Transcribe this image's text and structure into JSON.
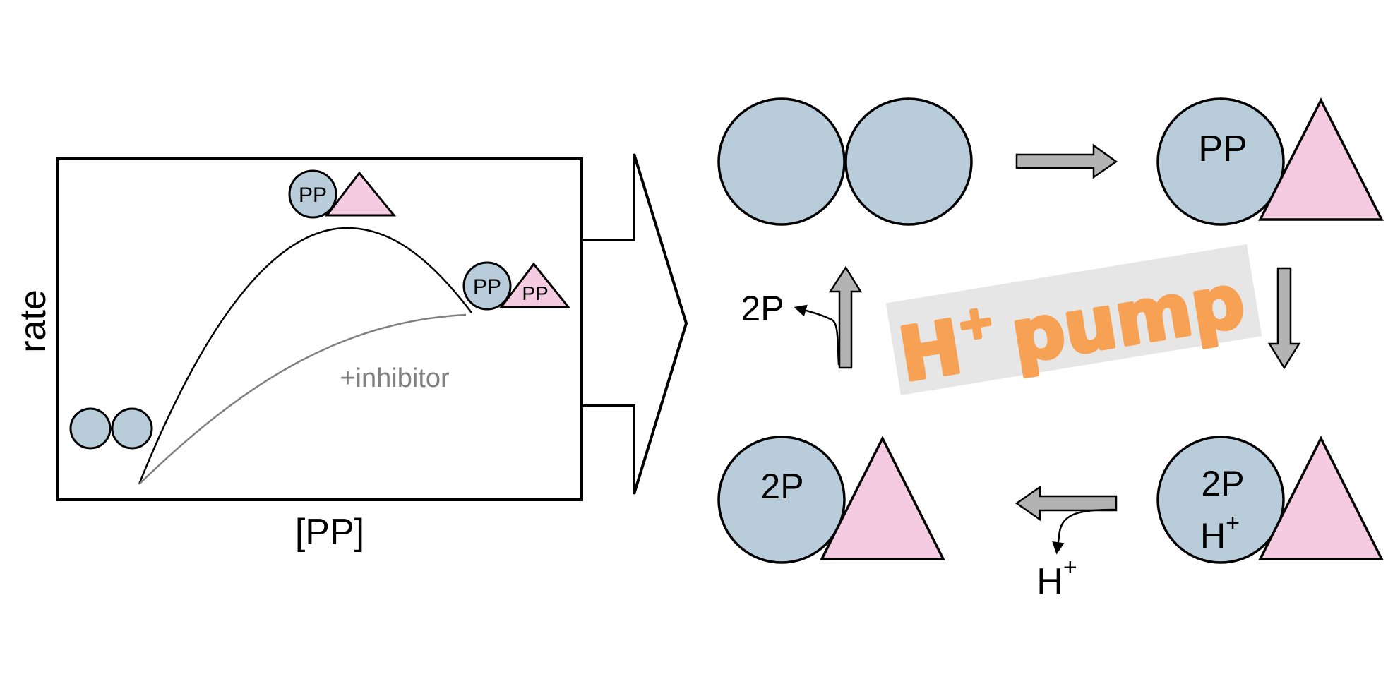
{
  "colors": {
    "enzyme": "#b8ccd9",
    "substrate": "#f4cbe0",
    "arrow": "#b3b3b3",
    "curve_inhibitor": "#808080",
    "banner_bg": "#e6e6e6",
    "banner_text": "#f7a155"
  },
  "plot": {
    "x_label": "[PP]",
    "y_label": "rate",
    "inhibitor_label": "+inhibitor",
    "complex_label_top": "PP",
    "complex_label_right_enzyme": "PP",
    "complex_label_right_substrate": "PP"
  },
  "cycle": {
    "state_2_label": "PP",
    "state_3_label_top": "2P",
    "state_3_label_bottom": "H",
    "state_3_superscript": "+",
    "state_4_label": "2P",
    "released_proton": "H",
    "released_proton_superscript": "+",
    "released_product": "2P"
  },
  "banner": {
    "text_main": "H",
    "text_superscript": "+",
    "text_rest": "pump"
  }
}
